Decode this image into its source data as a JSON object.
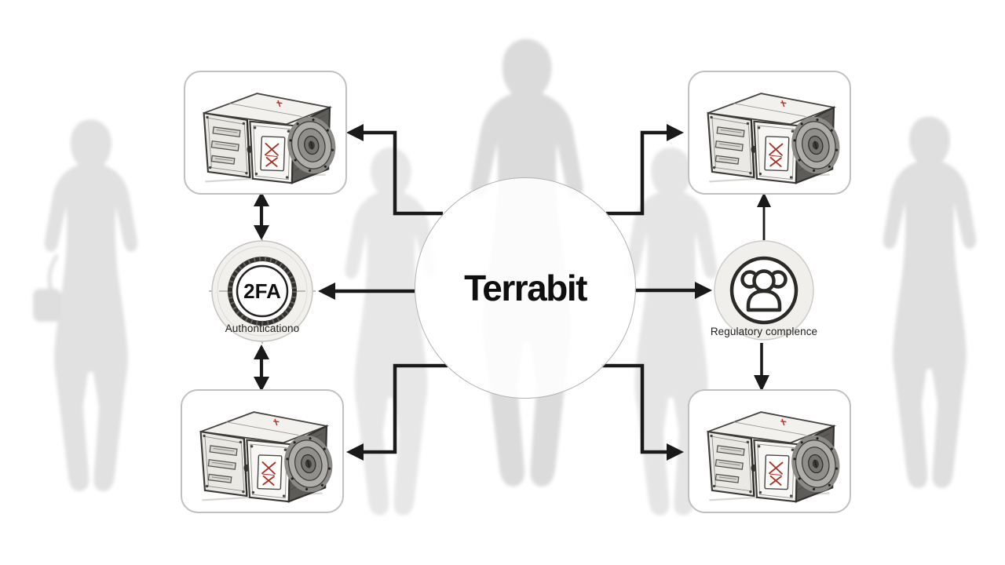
{
  "diagram": {
    "center_node": {
      "label": "Terrabit"
    },
    "auth_node": {
      "label": "2FA",
      "caption": "Authonticationo",
      "icon": "dial-2fa-icon"
    },
    "compliance_node": {
      "caption": "Regulatory complence",
      "icon": "people-group-icon"
    },
    "storage_boxes": [
      {
        "id": "top-left",
        "icon": "safe-sketch-icon"
      },
      {
        "id": "top-right",
        "icon": "safe-sketch-icon"
      },
      {
        "id": "bottom-left",
        "icon": "safe-sketch-icon"
      },
      {
        "id": "bottom-right",
        "icon": "safe-sketch-icon"
      }
    ],
    "background": {
      "silhouette_count": 5,
      "silhouette_color": "#e2e2e2"
    },
    "colors": {
      "arrow": "#1a1a1a",
      "box_border": "#c1c0bd",
      "label_red": "#b03025",
      "background": "#ffffff",
      "text": "#111111"
    }
  }
}
